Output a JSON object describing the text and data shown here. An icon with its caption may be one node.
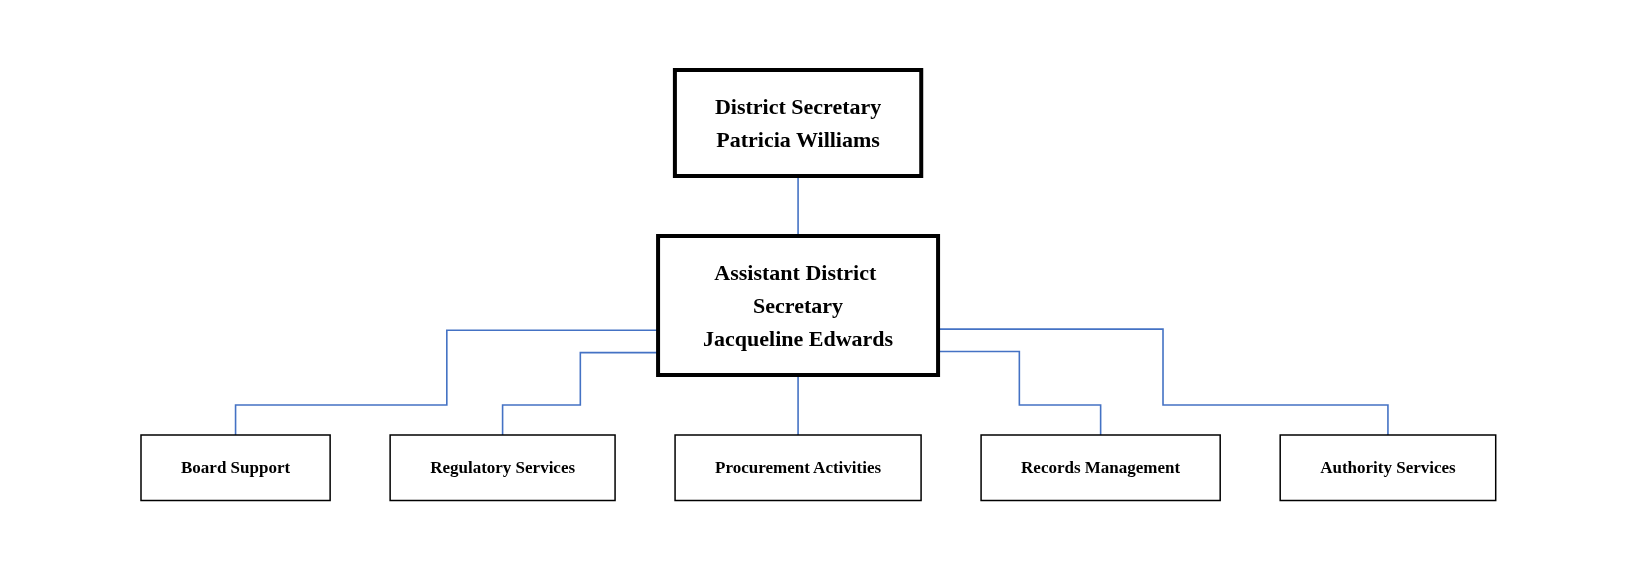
{
  "diagram": {
    "nodes": [
      {
        "text": [
          "District Secretary",
          "Patricia Williams"
        ]
      },
      {
        "text": [
          "Assistant District Secretary",
          "Jacqueline Edwards"
        ]
      },
      {
        "text": [
          "Board Support"
        ]
      },
      {
        "text": [
          "Regulatory Services"
        ]
      },
      {
        "text": [
          "Procurement Activities"
        ]
      },
      {
        "text": [
          "Records Management"
        ]
      },
      {
        "text": [
          "Authority Services"
        ]
      }
    ],
    "edges": [
      {
        "from": 0,
        "to": 1,
        "arrow": "none"
      },
      {
        "from": 1,
        "to": 2,
        "arrow": "none"
      },
      {
        "from": 1,
        "to": 3,
        "arrow": "none"
      },
      {
        "from": 1,
        "to": 4,
        "arrow": "none"
      },
      {
        "from": 1,
        "to": 5,
        "arrow": "none"
      },
      {
        "from": 1,
        "to": 6,
        "arrow": "none"
      }
    ]
  }
}
